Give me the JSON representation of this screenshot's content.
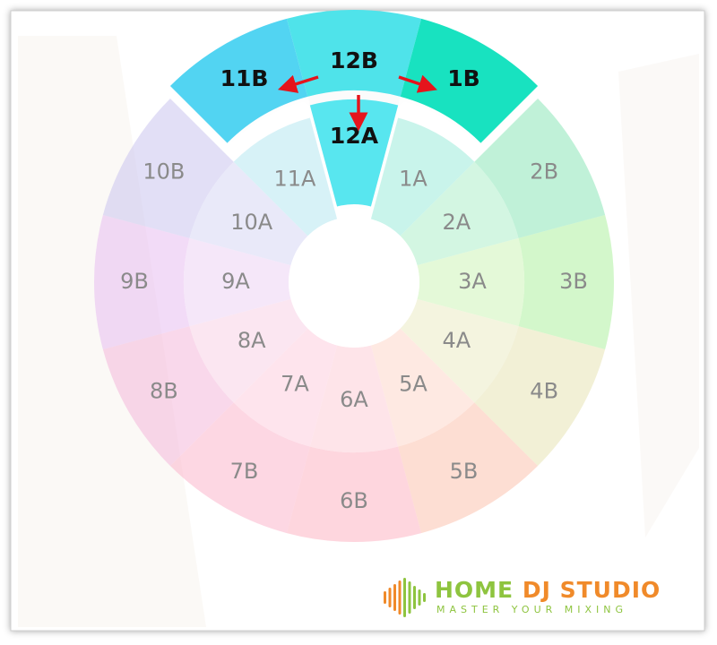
{
  "wheel": {
    "outer": [
      {
        "key": "12B",
        "color": "#4fe3ea",
        "highlight": true
      },
      {
        "key": "1B",
        "color": "#18e2c0",
        "highlight": true
      },
      {
        "key": "2B",
        "color": "#8de6b8",
        "highlight": false
      },
      {
        "key": "3B",
        "color": "#aef0a0",
        "highlight": false
      },
      {
        "key": "4B",
        "color": "#e8e4b4",
        "highlight": false
      },
      {
        "key": "5B",
        "color": "#fcc2ae",
        "highlight": false
      },
      {
        "key": "6B",
        "color": "#fdb5c2",
        "highlight": false
      },
      {
        "key": "7B",
        "color": "#fbb6cc",
        "highlight": false
      },
      {
        "key": "8B",
        "color": "#f4b8da",
        "highlight": false
      },
      {
        "key": "9B",
        "color": "#e8bdf0",
        "highlight": false
      },
      {
        "key": "10B",
        "color": "#cac5ef",
        "highlight": false
      },
      {
        "key": "11B",
        "color": "#52d4f2",
        "highlight": true
      }
    ],
    "inner": [
      {
        "key": "12A",
        "color": "#58e6ef",
        "highlight": true
      },
      {
        "key": "1A",
        "color": "#b2efe2",
        "highlight": false
      },
      {
        "key": "2A",
        "color": "#c0f2d6",
        "highlight": false
      },
      {
        "key": "3A",
        "color": "#d9f6c8",
        "highlight": false
      },
      {
        "key": "4A",
        "color": "#f0efd2",
        "highlight": false
      },
      {
        "key": "5A",
        "color": "#fde0d6",
        "highlight": false
      },
      {
        "key": "6A",
        "color": "#fdd9e0",
        "highlight": false
      },
      {
        "key": "7A",
        "color": "#fdd9e5",
        "highlight": false
      },
      {
        "key": "8A",
        "color": "#f9dbeb",
        "highlight": false
      },
      {
        "key": "9A",
        "color": "#f1ddf7",
        "highlight": false
      },
      {
        "key": "10A",
        "color": "#e0e0f6",
        "highlight": false
      },
      {
        "key": "11A",
        "color": "#c6edf4",
        "highlight": false
      }
    ],
    "arrow_color": "#e5141c"
  },
  "logo": {
    "word_home": "HOME",
    "word_dj_studio": " DJ STUDIO",
    "tagline": "MASTER YOUR MIXING",
    "color_green": "#8ec43f",
    "color_orange": "#f08a2a",
    "icon": "waveform-icon"
  }
}
